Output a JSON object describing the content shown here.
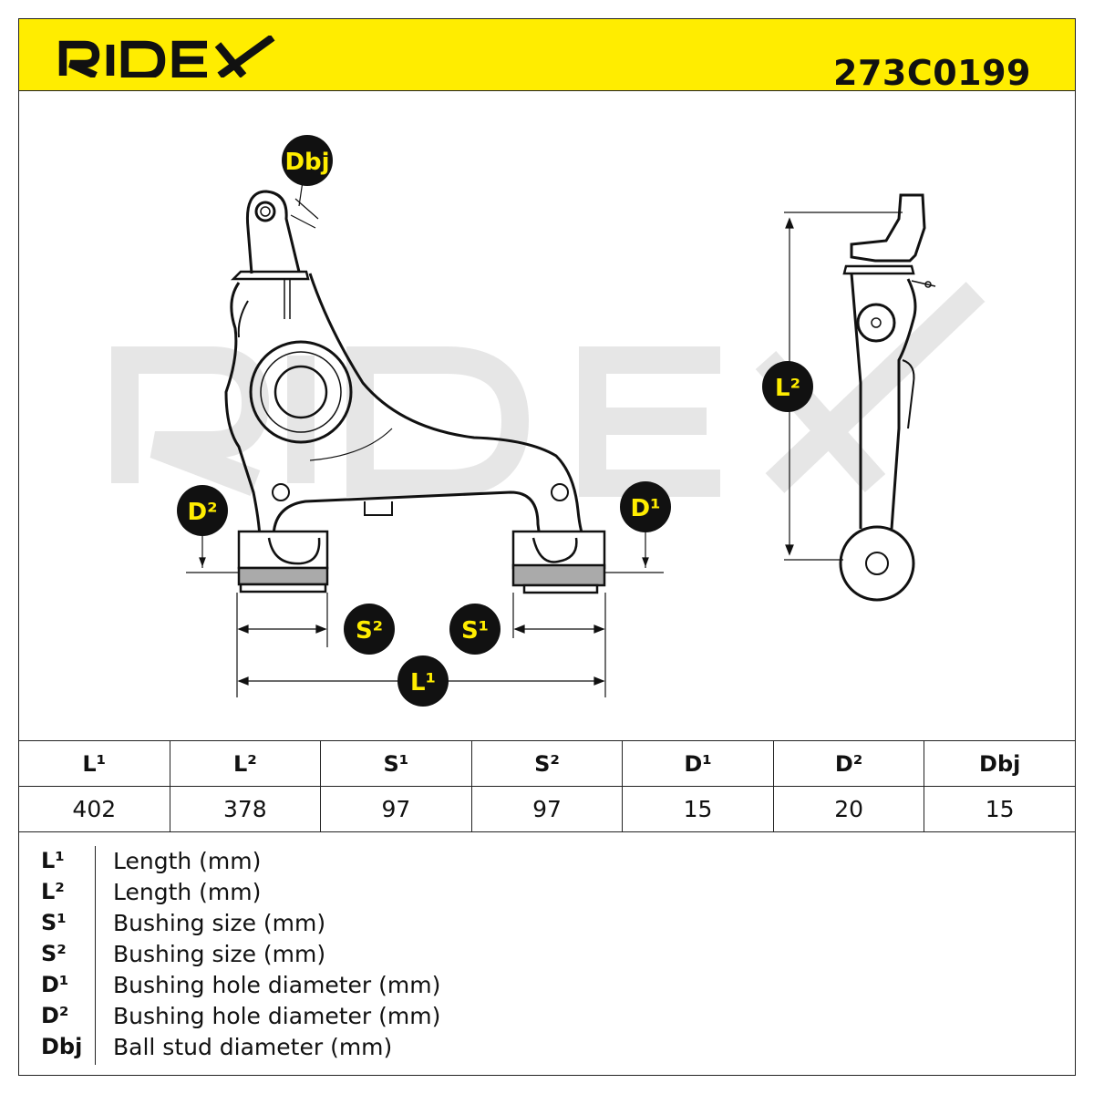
{
  "header": {
    "brand": "RIDEX",
    "part_number": "273C0199",
    "brand_color": "#ffed00"
  },
  "callouts": {
    "dbj": "Dbj",
    "l2": "L²",
    "d2": "D²",
    "d1": "D¹",
    "s2": "S²",
    "s1": "S¹",
    "l1": "L¹"
  },
  "specs": {
    "headers": [
      "L¹",
      "L²",
      "S¹",
      "S²",
      "D¹",
      "D²",
      "Dbj"
    ],
    "values": [
      "402",
      "378",
      "97",
      "97",
      "15",
      "20",
      "15"
    ]
  },
  "legend": [
    {
      "key": "L¹",
      "desc": "Length (mm)"
    },
    {
      "key": "L²",
      "desc": "Length (mm)"
    },
    {
      "key": "S¹",
      "desc": "Bushing size (mm)"
    },
    {
      "key": "S²",
      "desc": "Bushing size (mm)"
    },
    {
      "key": "D¹",
      "desc": "Bushing hole diameter (mm)"
    },
    {
      "key": "D²",
      "desc": "Bushing hole diameter (mm)"
    },
    {
      "key": "Dbj",
      "desc": "Ball stud diameter (mm)"
    }
  ]
}
